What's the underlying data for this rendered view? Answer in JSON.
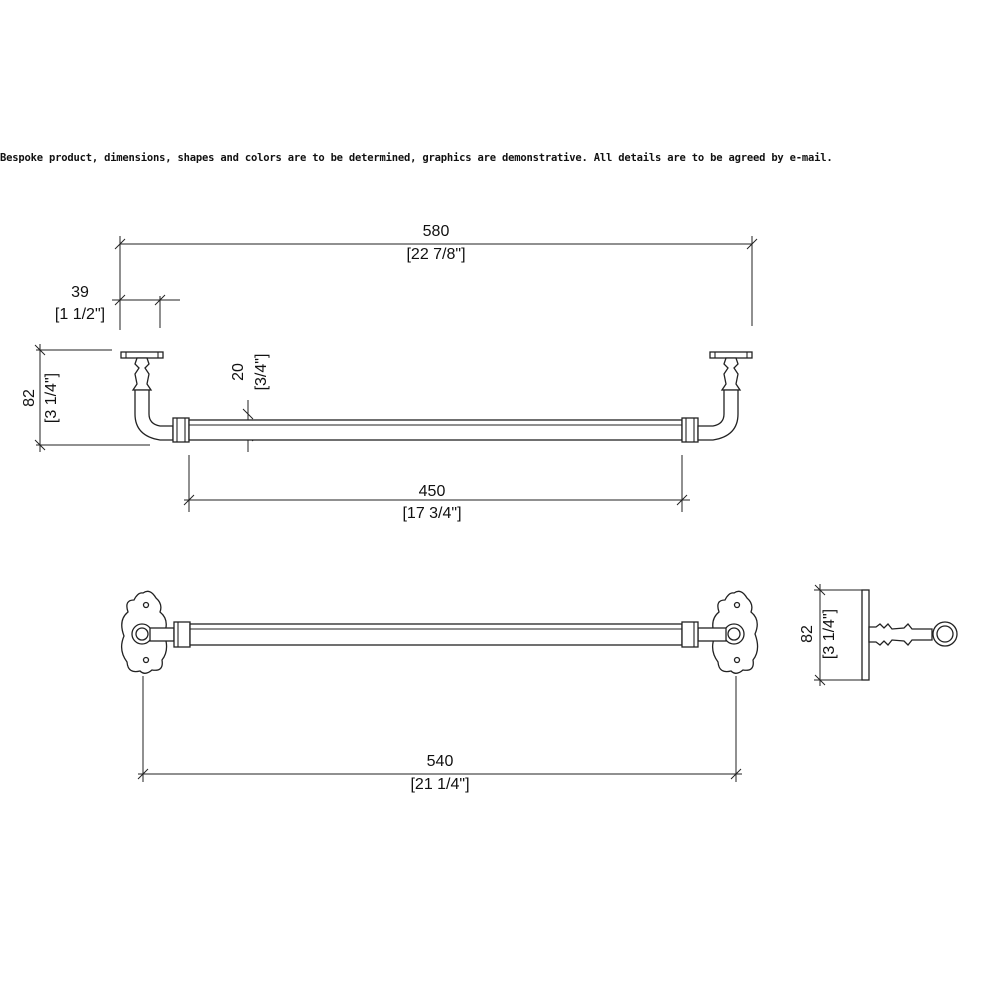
{
  "disclaimer": "Bespoke product, dimensions, shapes and colors are to be determined, graphics are demonstrative. All details are to be agreed by e-mail.",
  "dimensions": {
    "overall_width": {
      "mm": "580",
      "inch": "[22 7/8\"]"
    },
    "post_offset": {
      "mm": "39",
      "inch": "[1 1/2\"]"
    },
    "height": {
      "mm": "82",
      "inch": "[3 1/4\"]"
    },
    "bar_diameter": {
      "mm": "20",
      "inch": "[3/4\"]"
    },
    "bar_length": {
      "mm": "450",
      "inch": "[17 3/4\"]"
    },
    "plate_spacing": {
      "mm": "540",
      "inch": "[21 1/4\"]"
    },
    "side_depth": {
      "mm": "82",
      "inch": "[3 1/4\"]"
    }
  }
}
